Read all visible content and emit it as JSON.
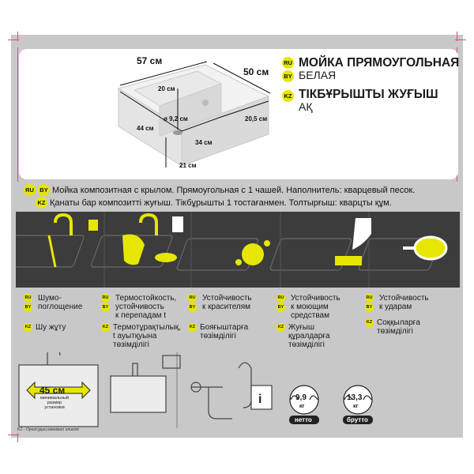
{
  "product": {
    "title_ru": "МОЙКА ПРЯМОУГОЛЬНАЯ",
    "subtitle_ru": "БЕЛАЯ",
    "title_kz": "ТІКБҰРЫШТЫ ЖУҒЫШ",
    "subtitle_kz": "АҚ",
    "badges": {
      "ru": "RU",
      "by": "BY",
      "kz": "KZ"
    }
  },
  "dimensions": {
    "width": "57 см",
    "depth": "50 см",
    "bowl_depth": "20 см",
    "drain": "ø 9,2 см",
    "bowl_length": "44 см",
    "bowl_width": "34 см",
    "wing": "20,5 см",
    "height": "21 см"
  },
  "description": {
    "ru_by": "Мойка композитная с крылом. Прямоугольная с 1 чашей.  Наполнитель: кварцевый песок.",
    "kz": "Қанаты бар композитті жуғыш. Тікбұрышты 1 тостағанмен. Толтырғыш: кварцты құм."
  },
  "features": [
    {
      "ru": "Шумо-\nпоглощение",
      "kz": "Шу жұту"
    },
    {
      "ru": "Термостойкость,\nустойчивость\nк перепадам t",
      "kz": "Термотұрақтылық,\nt ауытқуына\nтөзімділігі"
    },
    {
      "ru": "Устойчивость\nк красителям",
      "kz": "Бояғыштарға\nтөзімділігі"
    },
    {
      "ru": "Устойчивость\nк моющим\nсредствам",
      "kz": "Жуғыш\nқұралдарға\nтөзімділігі"
    },
    {
      "ru": "Устойчивость\nк ударам",
      "kz": "Соққыларға\nтөзімділігі"
    }
  ],
  "installation": {
    "cabinet_width": "45 см",
    "cabinet_note": "минимальный\nразмер\nустановки",
    "footnote": "KZ - Орнатудың минимал өлшемі"
  },
  "weights": {
    "net_value": "9,9",
    "net_unit": "кг",
    "net_label": "нетто",
    "gross_value": "13,3",
    "gross_unit": "кг",
    "gross_label": "брутто"
  },
  "colors": {
    "accent": "#e6e600",
    "panel": "#3c3c3c",
    "frame": "#c8c8c8"
  }
}
